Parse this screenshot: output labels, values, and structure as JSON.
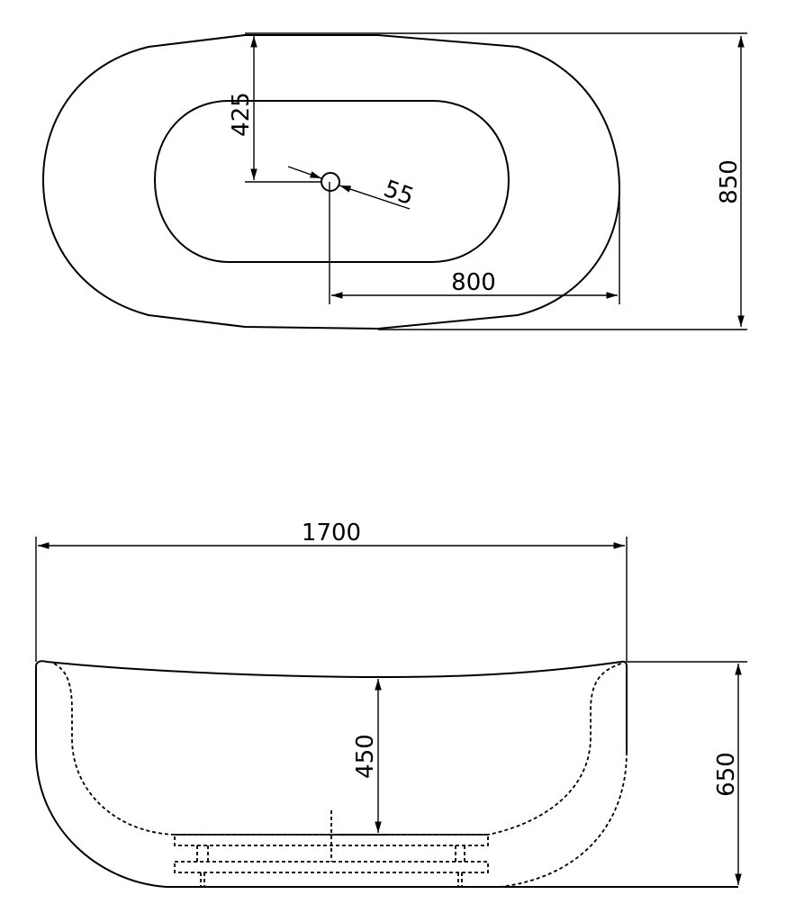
{
  "drawing": {
    "subject": "Freestanding bathtub technical drawing",
    "views": [
      "top view",
      "side view"
    ],
    "line_color": "#000000",
    "background": "#ffffff"
  },
  "top_view": {
    "dimensions": {
      "drain_offset_from_edge": "425",
      "drain_diameter": "55",
      "drain_to_end": "800",
      "overall_width": "850"
    }
  },
  "side_view": {
    "dimensions": {
      "overall_length": "1700",
      "inner_depth": "450",
      "overall_height": "650"
    }
  }
}
